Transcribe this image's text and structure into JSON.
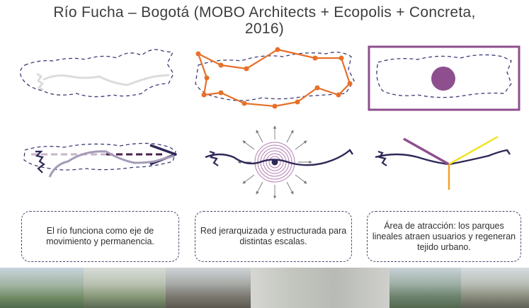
{
  "header": {
    "title_line1": "Río Fucha – Bogotá (MOBO Architects + Ecopolis + Concreta,",
    "title_line2": "2016)"
  },
  "captions": [
    {
      "text": "El río funciona como eje de movimiento y permanencia."
    },
    {
      "text": "Red jerarquizada y estructurada para distintas escalas."
    },
    {
      "text": "Área de atracción: los parques lineales atraen usuarios y regeneran tejido urbano."
    }
  ],
  "colors": {
    "outline": "#3c3c78",
    "orange": "#e8702a",
    "purple": "#8e4f8e",
    "dark_river": "#2e2858",
    "axis_dark": "#4a2048",
    "axis_light": "#c9b4c9",
    "yellow": "#f2e21a",
    "orange_branch": "#f2a01e"
  }
}
